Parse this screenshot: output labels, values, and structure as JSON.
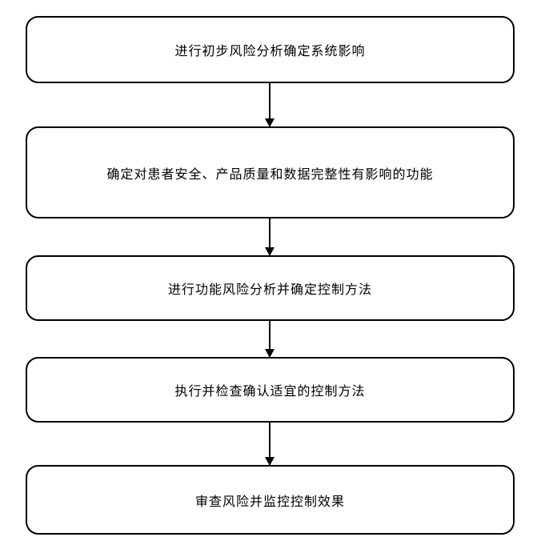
{
  "flowchart": {
    "type": "vertical-process-flow",
    "colors": {
      "node_border": "#000000",
      "node_fill": "#ffffff",
      "text": "#000000",
      "arrow": "#000000",
      "page_background": "#ffffff"
    },
    "nodes": [
      {
        "id": "1",
        "label": "进行初步风险分析确定系统影响"
      },
      {
        "id": "2",
        "label": "确定对患者安全、产品质量和数据完整性有影响的功能"
      },
      {
        "id": "3",
        "label": "进行功能风险分析并确定控制方法"
      },
      {
        "id": "4",
        "label": "执行并检查确认适宜的控制方法"
      },
      {
        "id": "5",
        "label": "审查风险并监控控制效果"
      }
    ],
    "edges": [
      {
        "from": "1",
        "to": "2",
        "style": "solid-arrow-down"
      },
      {
        "from": "2",
        "to": "3",
        "style": "solid-arrow-down"
      },
      {
        "from": "3",
        "to": "4",
        "style": "solid-arrow-down"
      },
      {
        "from": "4",
        "to": "5",
        "style": "solid-arrow-down"
      }
    ]
  }
}
